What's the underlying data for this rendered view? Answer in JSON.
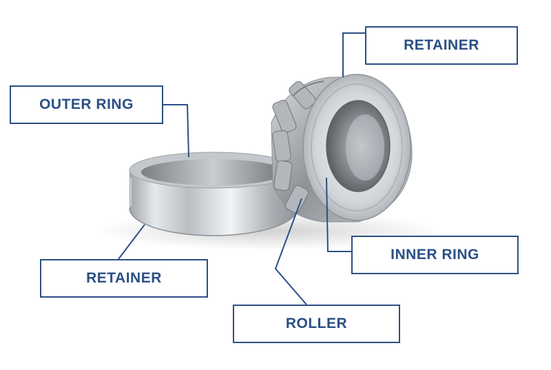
{
  "labels": {
    "retainer_top": "RETAINER",
    "outer_ring": "OUTER RING",
    "retainer_left": "RETAINER",
    "inner_ring": "INNER RING",
    "roller": "ROLLER"
  },
  "colors": {
    "label_border": "#2b4f85",
    "label_text": "#2b4f85",
    "leader_line": "#2b4f85",
    "background": "#ffffff"
  }
}
